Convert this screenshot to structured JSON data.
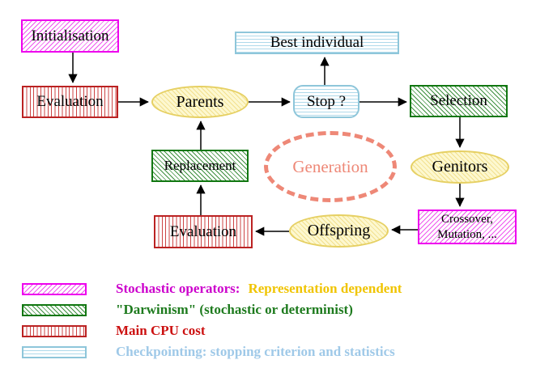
{
  "nodes": {
    "initialisation": {
      "label": "Initialisation"
    },
    "evaluation_top": {
      "label": "Evaluation"
    },
    "parents": {
      "label": "Parents"
    },
    "best_individual": {
      "label": "Best individual"
    },
    "stop": {
      "label": "Stop ?"
    },
    "selection": {
      "label": "Selection"
    },
    "genitors": {
      "label": "Genitors"
    },
    "crossover_mutation": {
      "line1": "Crossover,",
      "line2": "Mutation, ..."
    },
    "offspring": {
      "label": "Offspring"
    },
    "evaluation_bottom": {
      "label": "Evaluation"
    },
    "replacement": {
      "label": "Replacement"
    },
    "generation": {
      "label": "Generation"
    }
  },
  "legend": {
    "rows": [
      {
        "swatch": "magenta-diagonal-hatch",
        "label": "Stochastic operators:",
        "label_color": "#cc00cc",
        "label2": "Representation dependent",
        "label2_color": "#f0c400"
      },
      {
        "swatch": "green-diagonal-hatch",
        "label": "\"Darwinism\" (stochastic or determinist)",
        "label_color": "#1d7a1d"
      },
      {
        "swatch": "red-vertical-stripes",
        "label": "Main CPU cost",
        "label_color": "#cc1111"
      },
      {
        "swatch": "cyan-horizontal-stripes",
        "label": "Checkpointing: stopping criterion and statistics",
        "label_color": "#9fc9e8"
      }
    ]
  },
  "colors": {
    "stochastic_operator_pattern": "#ee00ee",
    "darwinism_pattern": "#117711",
    "cpu_cost_pattern": "#bb2222",
    "checkpointing_pattern": "#8ec6da",
    "population_ellipse": "#e6d063",
    "generation_loop": "#ee8877",
    "node_text": "#000000",
    "background": "#ffffff"
  }
}
